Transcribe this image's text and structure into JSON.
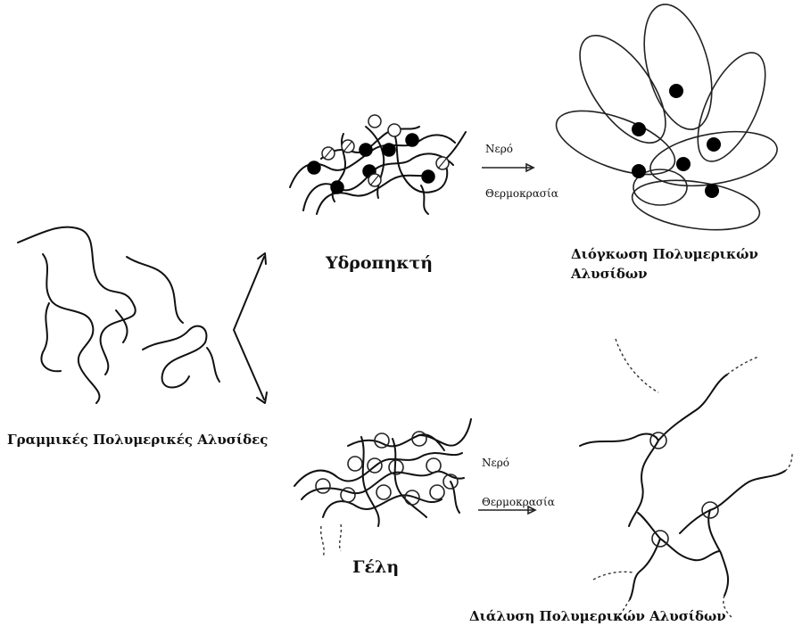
{
  "labels": {
    "linear_chains": "Γραμμικές Πολυμερικές Αλυσίδες",
    "hydrophobic": "Υδροπηκτή",
    "gel": "Γέλη",
    "swelling_line1": "Διόγκωση Πολυμερικών",
    "swelling_line2": "Αλυσίδων",
    "dissolution": "Διάλυση Πολυμερικών Αλυσίδων",
    "water_top": "Νερό",
    "temperature_top": "Θερμοκρασία",
    "water_bottom": "Νερό",
    "temperature_bottom": "Θερμοκρασία"
  },
  "colors": {
    "ink": "#111111",
    "crosslink_filled": "#000000",
    "crosslink_open": "#ffffff"
  }
}
